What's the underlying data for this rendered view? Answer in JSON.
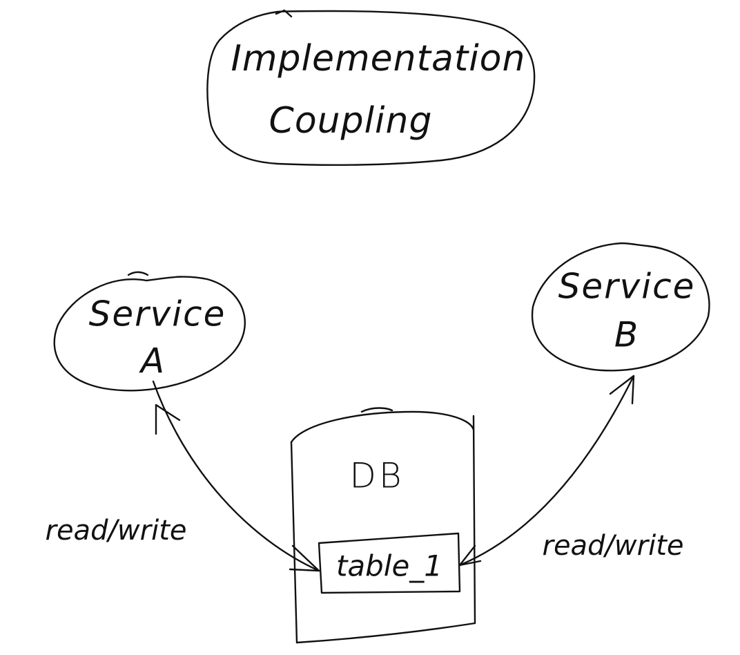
{
  "title": {
    "line1": "Implementation",
    "line2": "Coupling"
  },
  "service_a": {
    "line1": "Service",
    "line2": "A"
  },
  "service_b": {
    "line1": "Service",
    "line2": "B"
  },
  "database": {
    "label": "DB",
    "table": "table_1"
  },
  "edges": [
    {
      "from": "database.table",
      "to": "service_a",
      "label": "read/write"
    },
    {
      "from": "database.table",
      "to": "service_b",
      "label": "read/write"
    }
  ],
  "colors": {
    "ink": "#111111",
    "background": "#ffffff"
  }
}
